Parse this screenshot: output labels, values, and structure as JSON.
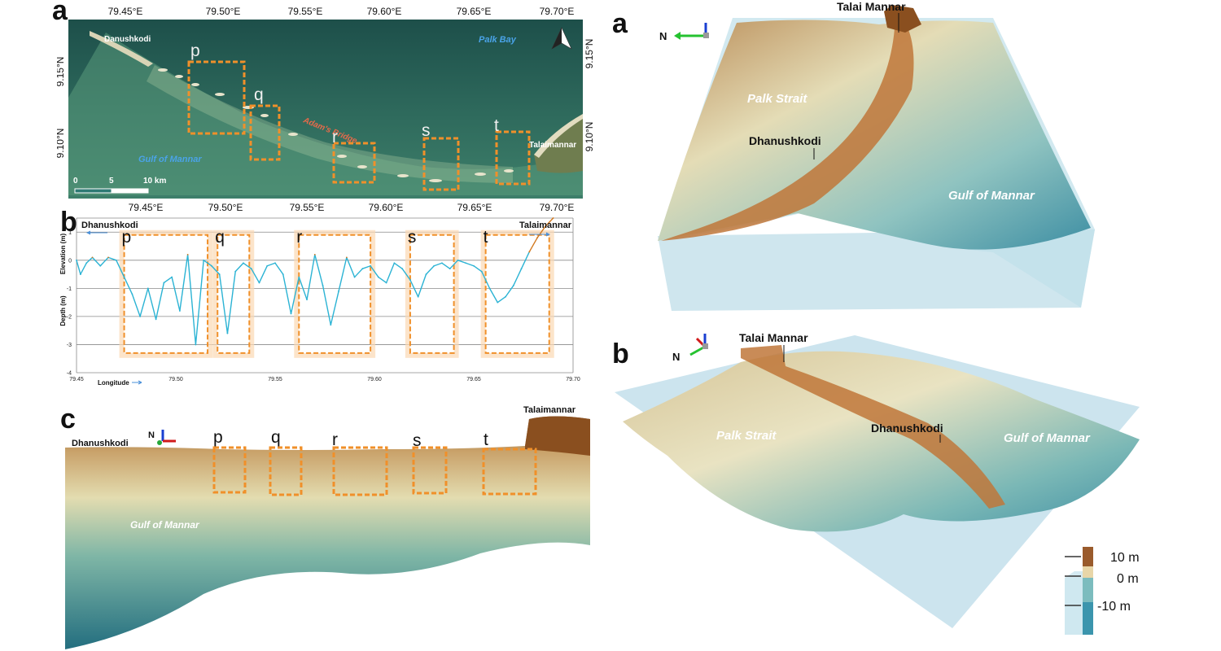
{
  "panels": {
    "left_a": "a",
    "left_b": "b",
    "left_c": "c",
    "right_a": "a",
    "right_b": "b"
  },
  "map": {
    "lon_ticks": [
      "79.45°E",
      "79.50°E",
      "79.55°E",
      "79.60°E",
      "79.65°E",
      "79.70°E"
    ],
    "lat_ticks": [
      "9.15°N",
      "9.10°N"
    ],
    "places": {
      "danushkodi": "Danushkodi",
      "palk_bay": "Palk Bay",
      "adams_bridge": "Adam's Bridge",
      "gulf": "Gulf of Mannar",
      "talaimannar": "Talaimannar"
    },
    "scale": {
      "zero": "0",
      "five": "5",
      "ten": "10 km"
    },
    "boxes": [
      "p",
      "q",
      "r",
      "s",
      "t"
    ]
  },
  "profile": {
    "left_label": "Dhanushkodi",
    "right_label": "Talaimannar",
    "x_label": "Longitude",
    "y_label_top": "Elevation (m)",
    "y_label_bottom": "Depth (m)",
    "y_ticks": [
      "1",
      "0",
      "-1",
      "-2",
      "-3",
      "-4"
    ],
    "x_ticks": [
      "79.45",
      "79.50",
      "79.55",
      "79.60",
      "79.65",
      "79.70"
    ],
    "boxes": [
      "p",
      "q",
      "r",
      "s",
      "t"
    ],
    "colors": {
      "sea": "#2bb3d4",
      "land": "#d2781e",
      "box": "#f0902a"
    }
  },
  "chart_data": {
    "type": "line",
    "x_label": "Longitude",
    "y_label": "Elevation (m) / Depth (m)",
    "xlim": [
      79.45,
      79.7
    ],
    "ylim": [
      -4,
      1.5
    ],
    "series": [
      {
        "x": [
          79.45,
          79.452,
          79.455,
          79.458,
          79.462,
          79.466,
          79.47,
          79.474,
          79.478,
          79.482,
          79.486,
          79.49,
          79.494,
          79.498,
          79.502,
          79.506,
          79.51,
          79.514,
          79.518,
          79.522,
          79.526,
          79.53,
          79.534,
          79.538,
          79.542,
          79.546,
          79.55,
          79.554,
          79.558,
          79.562,
          79.566,
          79.57,
          79.574,
          79.578,
          79.582,
          79.586,
          79.59,
          79.594,
          79.598,
          79.602,
          79.606,
          79.61,
          79.614,
          79.618,
          79.622,
          79.626,
          79.63,
          79.634,
          79.638,
          79.642,
          79.646,
          79.65,
          79.654,
          79.658,
          79.662,
          79.666,
          79.67,
          79.674,
          79.678,
          79.682,
          79.686,
          79.69
        ],
        "y": [
          0,
          -0.5,
          -0.1,
          0.1,
          -0.2,
          0.1,
          0,
          -0.6,
          -1.2,
          -2.0,
          -1.0,
          -2.1,
          -0.8,
          -0.6,
          -1.8,
          0.2,
          -3.0,
          0,
          -0.2,
          -0.5,
          -2.6,
          -0.4,
          -0.1,
          -0.3,
          -0.8,
          -0.2,
          -0.1,
          -0.5,
          -1.9,
          -0.6,
          -1.4,
          0.2,
          -0.9,
          -2.3,
          -1.1,
          0.1,
          -0.6,
          -0.3,
          -0.2,
          -0.6,
          -0.8,
          -0.1,
          -0.3,
          -0.7,
          -1.3,
          -0.5,
          -0.2,
          -0.1,
          -0.3,
          0,
          -0.1,
          -0.2,
          -0.4,
          -1.0,
          -1.5,
          -1.3,
          -0.9,
          -0.3,
          0.3,
          0.8,
          1.2,
          1.5
        ]
      }
    ]
  },
  "view3d": {
    "talai_mannar": "Talai Mannar",
    "palk_strait": "Palk Strait",
    "dhanushkodi": "Dhanushkodi",
    "gulf": "Gulf of Mannar",
    "north": "N",
    "legend": [
      "10 m",
      "0 m",
      "-10 m"
    ]
  },
  "bottom3d": {
    "dhanushkodi": "Dhanushkodi",
    "talaimannar": "Talaimannar",
    "gulf": "Gulf of Mannar",
    "north": "N",
    "boxes": [
      "p",
      "q",
      "r",
      "s",
      "t"
    ]
  }
}
